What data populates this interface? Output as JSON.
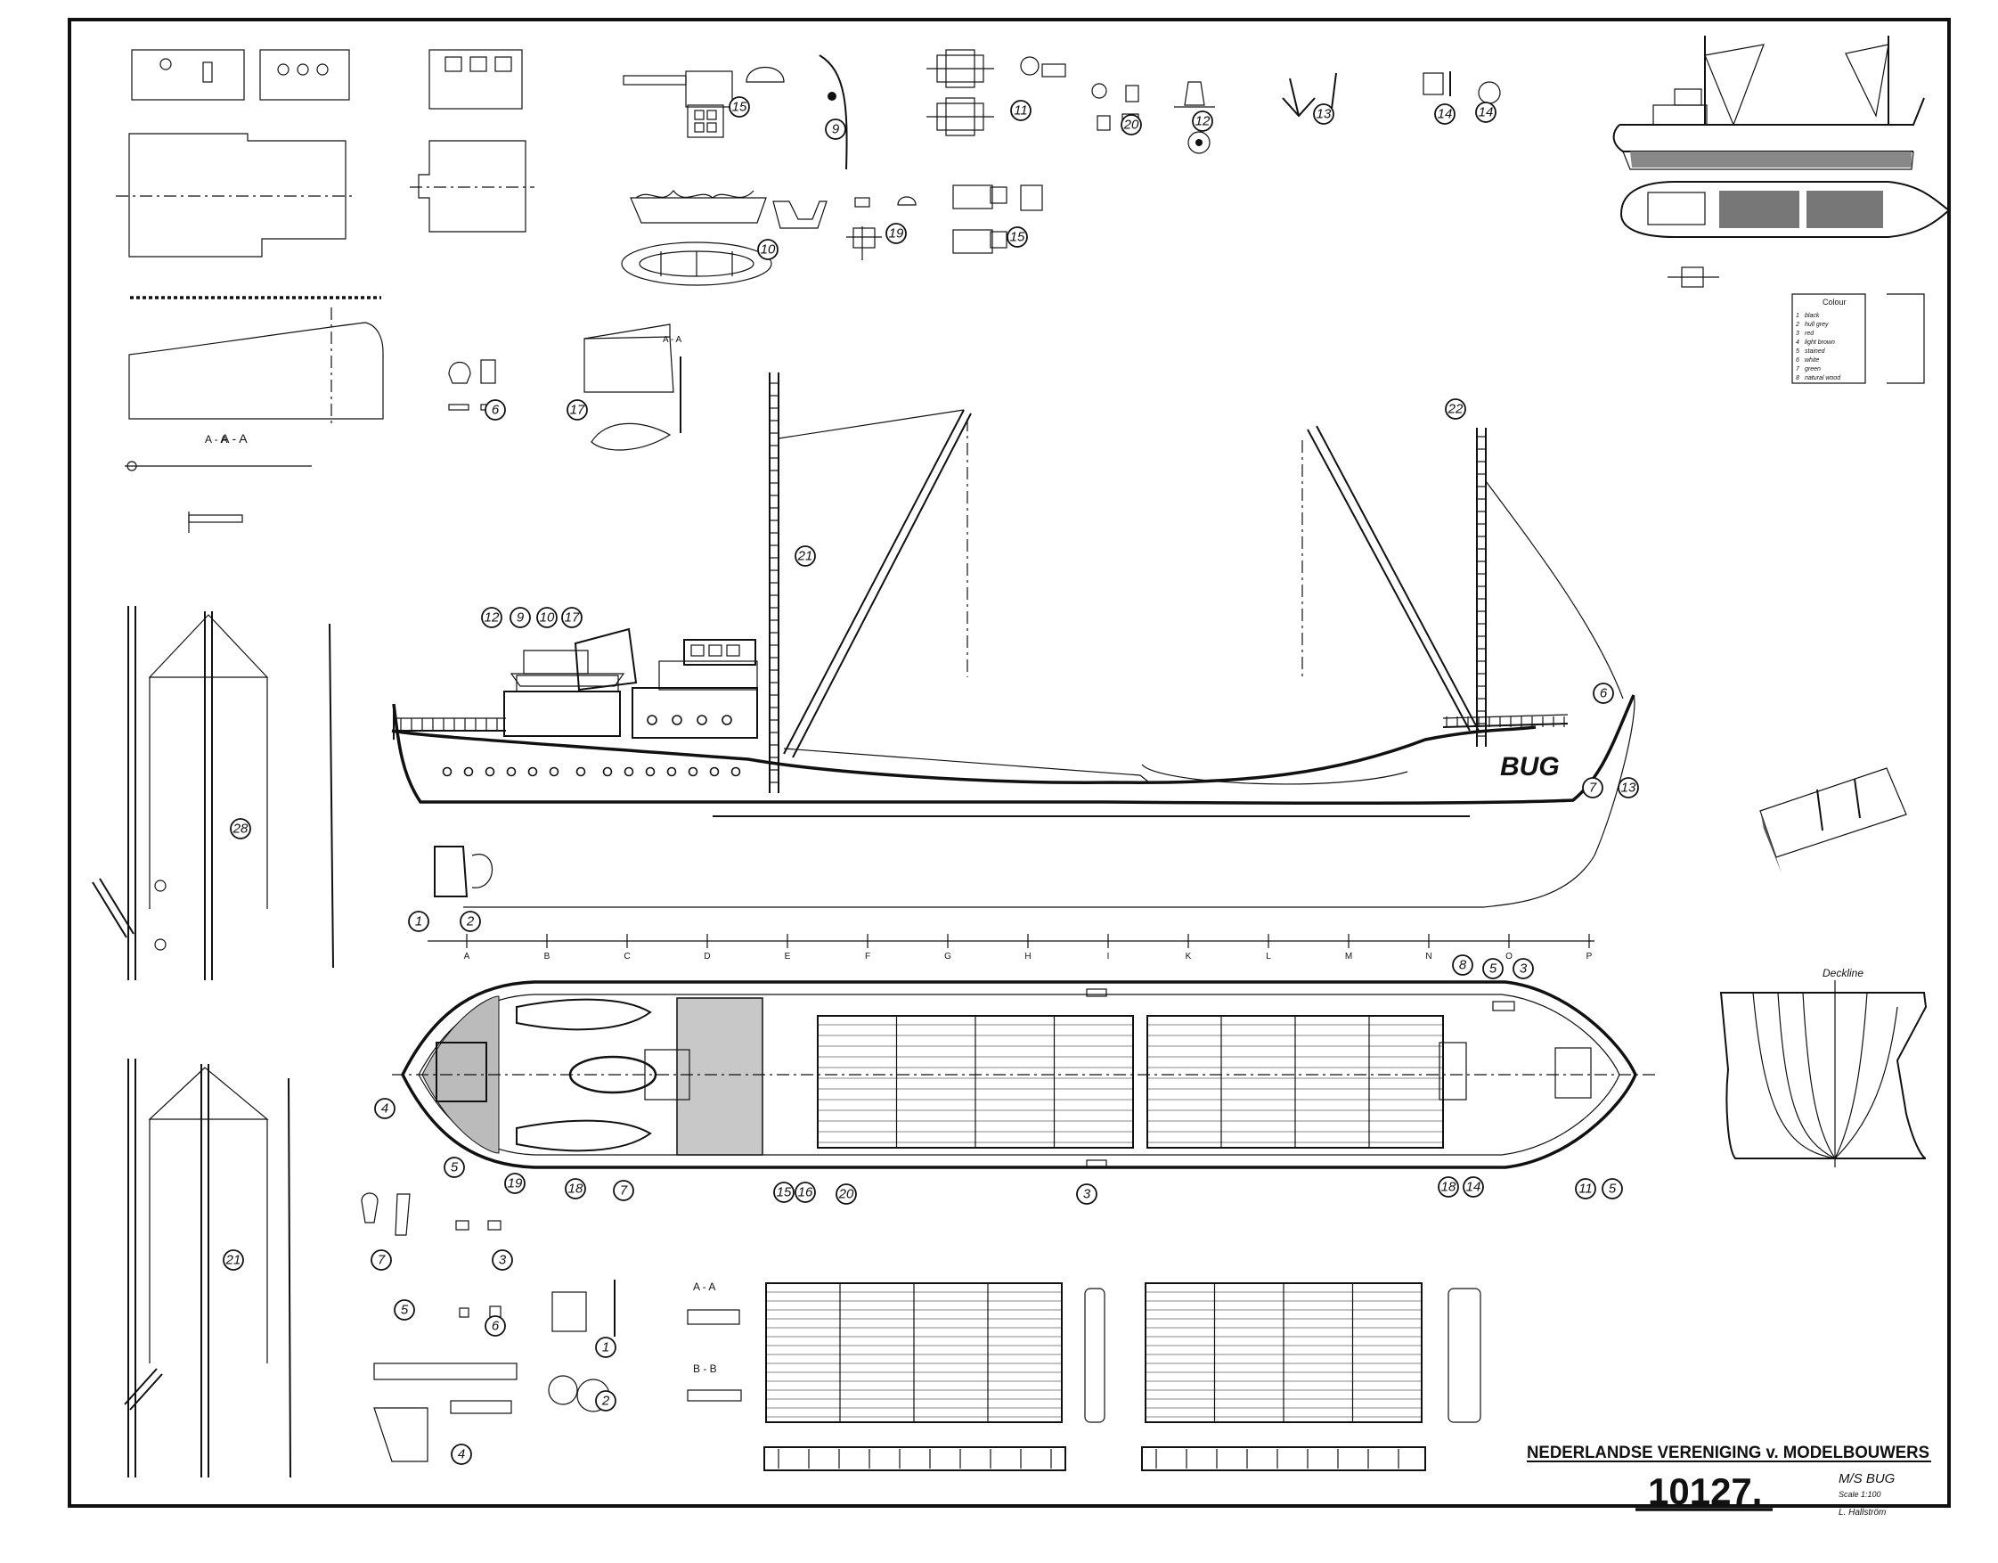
{
  "sheet": {
    "society_title": "NEDERLANDSE VERENIGING v. MODELBOUWERS",
    "drawing_number": "10127.",
    "ship_name": "M/S BUG",
    "scale": "Scale 1:100",
    "draughtsman": "L. Hallström",
    "hull_name": "BUG",
    "section_label": "A - A",
    "section_label_b": "B - B",
    "deckline_label": "Deckline",
    "colour_table_header": "Colour",
    "colours": [
      "black",
      "hull grey",
      "red",
      "light brown",
      "stained",
      "white",
      "green",
      "natural wood"
    ]
  },
  "frame_stations": [
    "A",
    "B",
    "C",
    "D",
    "E",
    "F",
    "G",
    "H",
    "I",
    "K",
    "L",
    "M",
    "N",
    "O",
    "P"
  ],
  "callouts": {
    "profile": [
      "1",
      "2",
      "12",
      "9",
      "10",
      "17",
      "21",
      "22",
      "6",
      "7",
      "13"
    ],
    "plan": [
      "8",
      "5",
      "3",
      "4",
      "5",
      "19",
      "18",
      "7",
      "15",
      "16",
      "20",
      "3",
      "18",
      "14",
      "11",
      "5"
    ],
    "parts_top": [
      "15",
      "9",
      "11",
      "20",
      "12",
      "13",
      "14",
      "15",
      "10",
      "19",
      "14"
    ],
    "parts_left": [
      "6",
      "17",
      "28",
      "21"
    ],
    "parts_bottom": [
      "7",
      "3",
      "5",
      "6",
      "1",
      "4",
      "2"
    ]
  }
}
